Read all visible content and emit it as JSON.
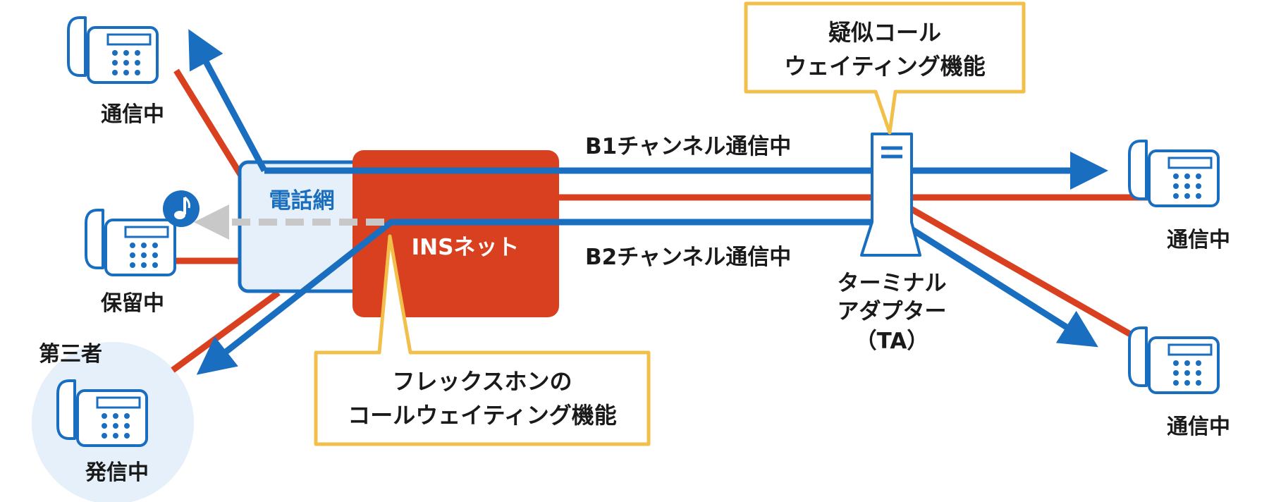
{
  "labels": {
    "phone_top_left": "通信中",
    "phone_hold": "保留中",
    "third_party": "第三者",
    "phone_caller": "発信中",
    "phone_right_top": "通信中",
    "phone_right_bottom": "通信中",
    "telephone_network": "電話網",
    "ins_net": "INSネット",
    "b1_channel": "B1チャンネル通信中",
    "b2_channel": "B2チャンネル通信中",
    "ta_line1": "ターミナル",
    "ta_line2": "アダプター",
    "ta_line3": "（TA）"
  },
  "callouts": {
    "pseudo_cw_line1": "疑似コール",
    "pseudo_cw_line2": "ウェイティング機能",
    "flexphone_line1": "フレックスホンの",
    "flexphone_line2": "コールウェイティング機能"
  },
  "icons": {
    "telephone": "telephone-icon",
    "music_note": "music-note-icon",
    "terminal_adapter": "terminal-adapter-icon"
  },
  "colors": {
    "blue": "#1a6ebf",
    "red": "#d9401f",
    "light_blue_fill": "#e6f0fa",
    "callout_border": "#f2c04a",
    "hold_arrow": "#c8c8c8"
  }
}
